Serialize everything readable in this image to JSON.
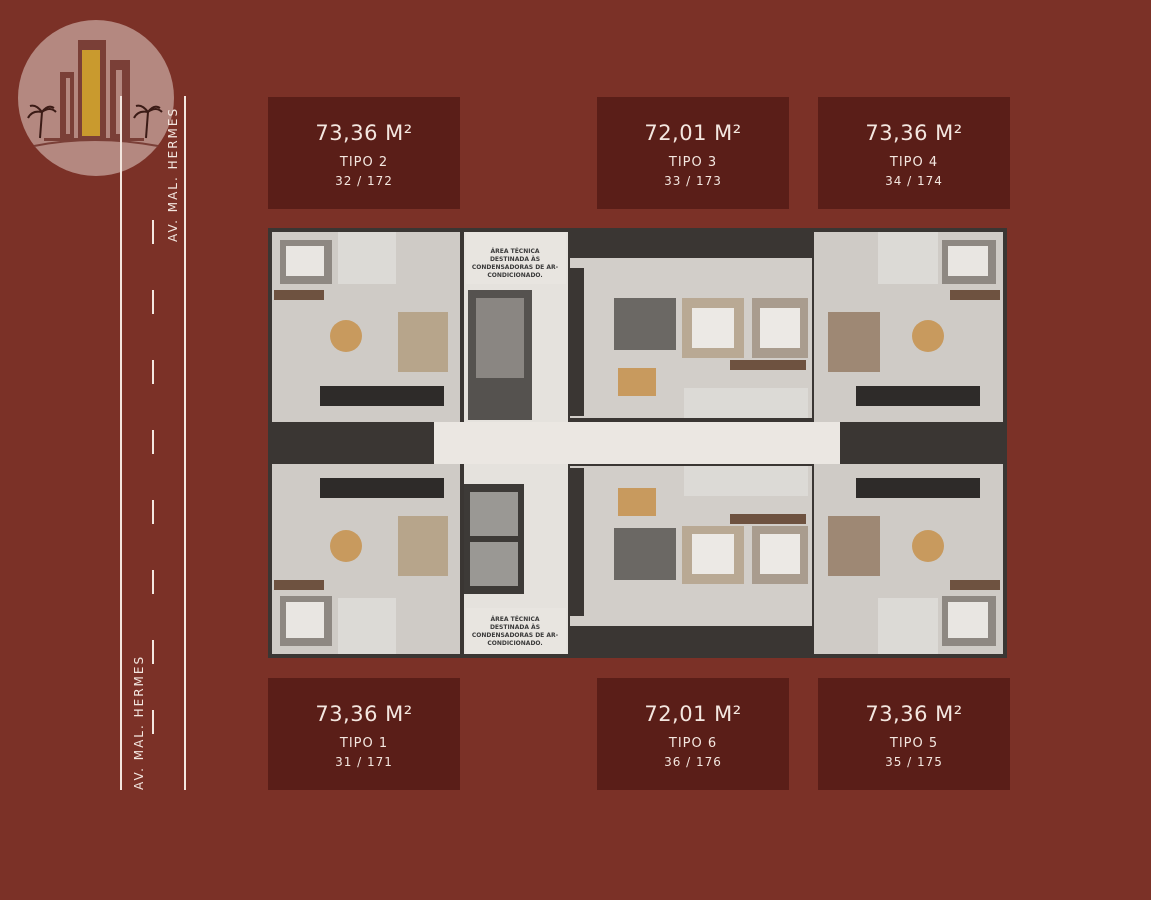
{
  "colors": {
    "background": "#7b3127",
    "card": "#5a1e18",
    "text": "#f4e7e0",
    "logo_circle": "#b48880",
    "logo_building": "#7a3f37",
    "logo_accent": "#c99a2e"
  },
  "streets": {
    "top": "AV. MAL. HERMES",
    "bottom": "AV. MAL. HERMES"
  },
  "units": [
    {
      "area": "73,36 M²",
      "tipo": "TIPO 2",
      "numbers": "32 / 172"
    },
    {
      "area": "72,01 M²",
      "tipo": "TIPO 3",
      "numbers": "33 / 173"
    },
    {
      "area": "73,36 M²",
      "tipo": "TIPO 4",
      "numbers": "34 / 174"
    },
    {
      "area": "73,36 M²",
      "tipo": "TIPO 1",
      "numbers": "31 / 171"
    },
    {
      "area": "72,01 M²",
      "tipo": "TIPO 6",
      "numbers": "36 / 176"
    },
    {
      "area": "73,36 M²",
      "tipo": "TIPO 5",
      "numbers": "35 / 175"
    }
  ],
  "floorplan": {
    "tech_area_top": "ÁREA TÉCNICA DESTINADA ÀS CONDENSADORAS DE AR-CONDICIONADO.",
    "tech_area_bottom": "ÁREA TÉCNICA DESTINADA ÀS CONDENSADORAS DE AR-CONDICIONADO."
  },
  "icons": {
    "logo": "building-palm-logo-icon"
  }
}
